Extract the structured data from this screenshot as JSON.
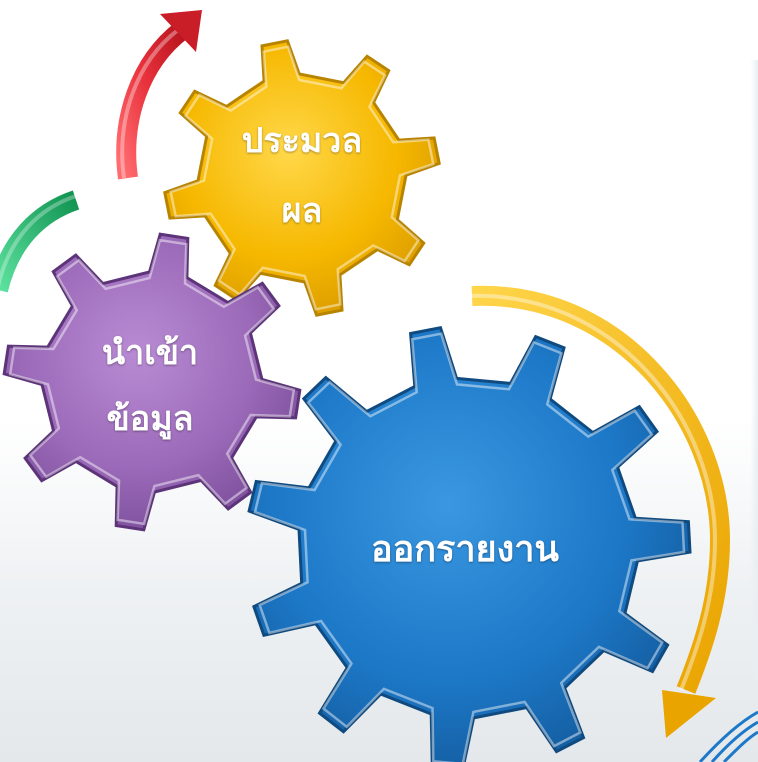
{
  "diagram": {
    "gears": [
      {
        "id": "process",
        "label_lines": [
          "ประมวล",
          "ผล"
        ],
        "color": "#f6b800"
      },
      {
        "id": "import",
        "label_lines": [
          "นำเข้า",
          "ข้อมูล"
        ],
        "color": "#9b6ab9"
      },
      {
        "id": "report",
        "label_lines": [
          "ออกรายงาน"
        ],
        "color": "#1d79c8"
      }
    ],
    "arrows": [
      {
        "id": "arrow-red",
        "color": "#e8323c"
      },
      {
        "id": "arrow-green",
        "color": "#1fb86a"
      },
      {
        "id": "arrow-yellow",
        "color": "#f6b800"
      }
    ]
  }
}
